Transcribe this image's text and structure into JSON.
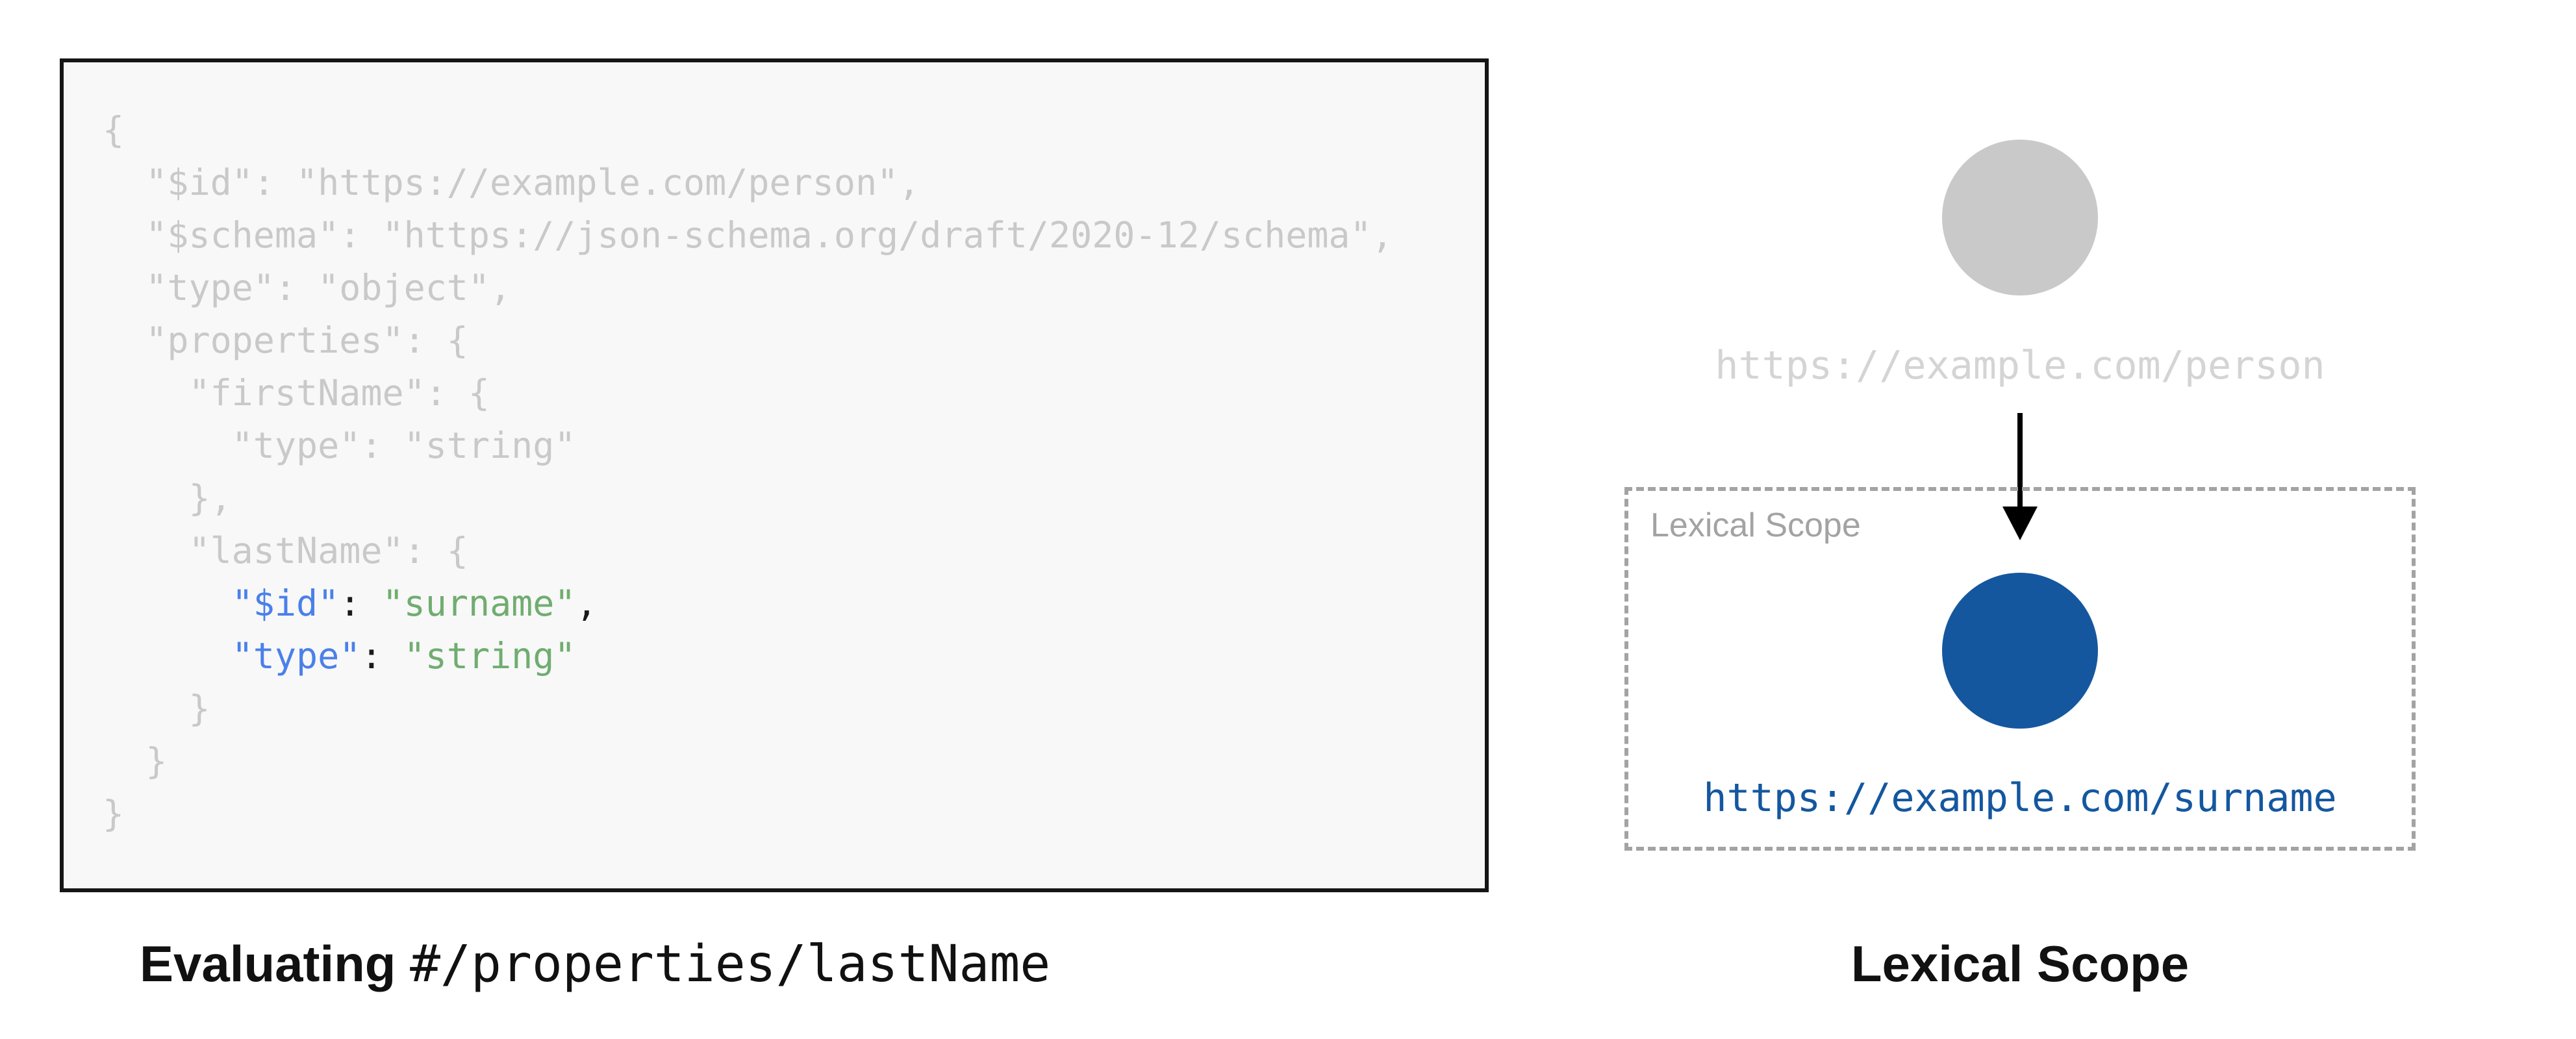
{
  "left_panel": {
    "caption_prefix": "Evaluating",
    "caption_pointer": "#/properties/lastName",
    "code_lines": [
      [
        {
          "t": "{",
          "c": "muted"
        }
      ],
      [
        {
          "t": "  \"$id\": \"https://example.com/person\",",
          "c": "muted"
        }
      ],
      [
        {
          "t": "  \"$schema\": \"https://json-schema.org/draft/2020-12/schema\",",
          "c": "muted"
        }
      ],
      [
        {
          "t": "  \"type\": \"object\",",
          "c": "muted"
        }
      ],
      [
        {
          "t": "  \"properties\": {",
          "c": "muted"
        }
      ],
      [
        {
          "t": "    \"firstName\": {",
          "c": "muted"
        }
      ],
      [
        {
          "t": "      \"type\": \"string\"",
          "c": "muted"
        }
      ],
      [
        {
          "t": "    },",
          "c": "muted"
        }
      ],
      [
        {
          "t": "    \"lastName\": {",
          "c": "muted"
        }
      ],
      [
        {
          "t": "      ",
          "c": "muted"
        },
        {
          "t": "\"$id\"",
          "c": "key"
        },
        {
          "t": ": ",
          "c": "punct"
        },
        {
          "t": "\"surname\"",
          "c": "str"
        },
        {
          "t": ",",
          "c": "punct"
        }
      ],
      [
        {
          "t": "      ",
          "c": "muted"
        },
        {
          "t": "\"type\"",
          "c": "key"
        },
        {
          "t": ": ",
          "c": "punct"
        },
        {
          "t": "\"string\"",
          "c": "str"
        }
      ],
      [
        {
          "t": "    }",
          "c": "muted"
        }
      ],
      [
        {
          "t": "  }",
          "c": "muted"
        }
      ],
      [
        {
          "t": "}",
          "c": "muted"
        }
      ]
    ]
  },
  "right_panel": {
    "parent_uri": "https://example.com/person",
    "scope_label": "Lexical Scope",
    "child_uri": "https://example.com/surname",
    "caption": "Lexical Scope"
  },
  "colors": {
    "code_key_blue": "#4a80e9",
    "code_string_green": "#70ad70",
    "code_punct_black": "#1a1a1a",
    "code_muted_gray": "#c9c9c9",
    "code_panel_bg": "#f8f8f8",
    "code_panel_border": "#161616",
    "parent_node_gray": "#c9c9c9",
    "parent_uri_gray": "#d4d4d4",
    "child_node_blue": "#15579e",
    "child_uri_blue": "#14579f",
    "scope_border_gray": "#a3a3a3",
    "arrow_black": "#000000"
  }
}
